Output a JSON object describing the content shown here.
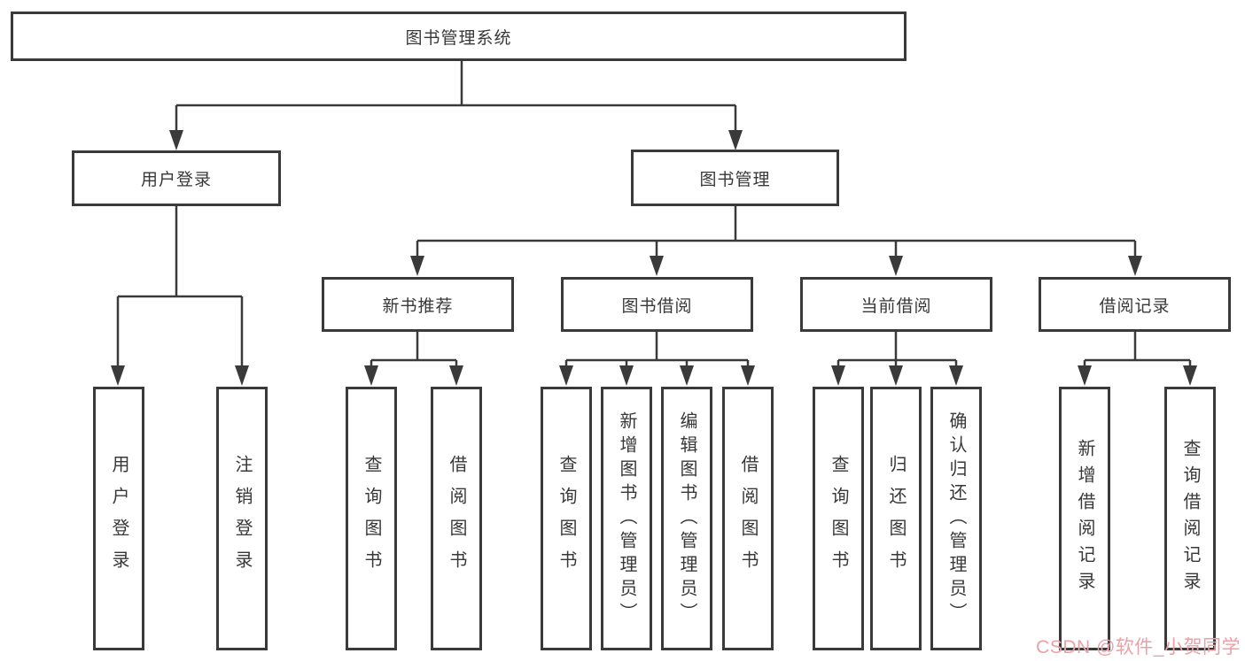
{
  "tree": {
    "root": "图书管理系统",
    "branches": [
      {
        "label": "用户登录",
        "children": [
          "用户登录",
          "注销登录"
        ]
      },
      {
        "label": "图书管理",
        "groups": [
          {
            "label": "新书推荐",
            "children": [
              "查询图书",
              "借阅图书"
            ]
          },
          {
            "label": "图书借阅",
            "children": [
              "查询图书",
              "新增图书（管理员）",
              "编辑图书（管理员）",
              "借阅图书"
            ]
          },
          {
            "label": "当前借阅",
            "children": [
              "查询图书",
              "归还图书",
              "确认归还（管理员）"
            ]
          },
          {
            "label": "借阅记录",
            "children": [
              "新增借阅记录",
              "查询借阅记录"
            ]
          }
        ]
      }
    ]
  },
  "watermark": {
    "text": "CSDN @软件_小贺同学",
    "color": "#ee9fa6"
  },
  "colors": {
    "line": "#3a3a3a",
    "text": "#383838",
    "background": "#ffffff"
  }
}
